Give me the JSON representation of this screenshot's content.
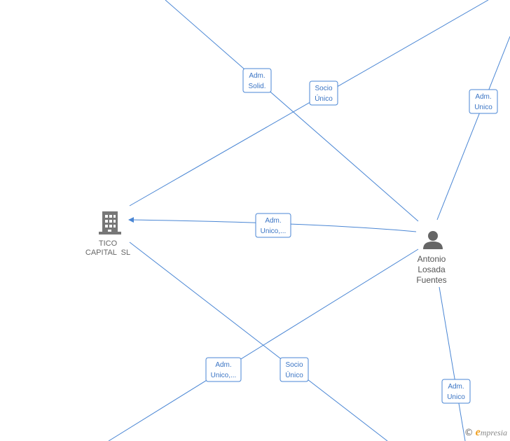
{
  "nodes": {
    "company": {
      "name_line1": "TICO",
      "name_line2": "CAPITAL  SL",
      "icon": "building-icon",
      "color": "#777777"
    },
    "person": {
      "name_line1": "Antonio",
      "name_line2": "Losada",
      "name_line3": "Fuentes",
      "icon": "person-icon",
      "color": "#666666"
    }
  },
  "edge_labels": [
    {
      "line1": "Adm.",
      "line2": "Solid."
    },
    {
      "line1": "Socio",
      "line2": "Único"
    },
    {
      "line1": "Adm.",
      "line2": "Unico"
    },
    {
      "line1": "Adm.",
      "line2": "Unico,..."
    },
    {
      "line1": "Adm.",
      "line2": "Unico,..."
    },
    {
      "line1": "Socio",
      "line2": "Único"
    },
    {
      "line1": "Adm.",
      "line2": "Unico"
    }
  ],
  "colors": {
    "edge": "#4a86d4",
    "label_text": "#3a74c4"
  },
  "brand": {
    "copyright": "©",
    "e_letter": "e",
    "name": "mpresia"
  }
}
